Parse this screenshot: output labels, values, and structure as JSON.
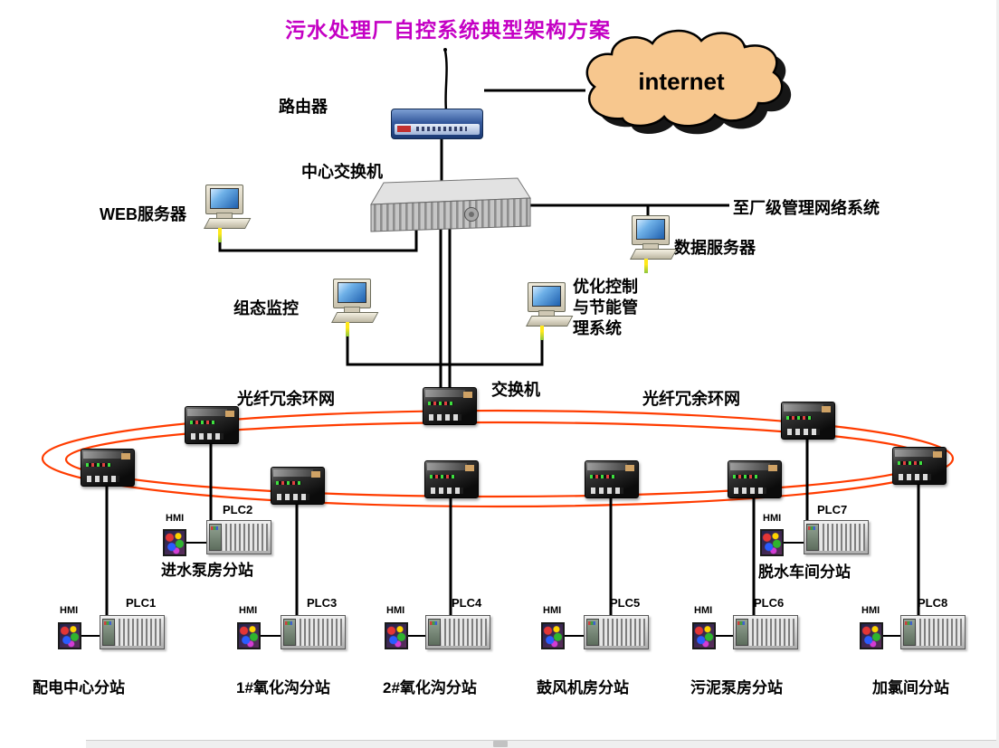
{
  "title": "污水处理厂自控系统典型架构方案",
  "cloud": {
    "label": "internet",
    "fill": "#f7c78e"
  },
  "top": {
    "router_label": "路由器",
    "central_switch_label": "中心交换机",
    "web_server_label": "WEB服务器",
    "plant_network_label": "至厂级管理网络系统",
    "data_server_label": "数据服务器",
    "scada_label": "组态监控",
    "optimize_line1": "优化控制",
    "optimize_line2": "与节能管",
    "optimize_line3": "理系统"
  },
  "ring": {
    "switch_label": "交换机",
    "fiber_left_label": "光纤冗余环网",
    "fiber_right_label": "光纤冗余环网",
    "line_color": "#ff3c00"
  },
  "colors": {
    "title": "#c400c4",
    "wire": "#000000",
    "ring": "#ff3c00",
    "cloud": "#f7c78e",
    "cable_yellow": "#ffe81a",
    "cable_green": "#8cc63f"
  },
  "stations": {
    "mid": [
      {
        "hmi_label": "HMI",
        "plc_label": "PLC2",
        "name": "进水泵房分站"
      },
      {
        "hmi_label": "HMI",
        "plc_label": "PLC7",
        "name": "脱水车间分站"
      }
    ],
    "bottom": [
      {
        "hmi_label": "HMI",
        "plc_label": "PLC1",
        "name": "配电中心分站"
      },
      {
        "hmi_label": "HMI",
        "plc_label": "PLC3",
        "name": "1#氧化沟分站"
      },
      {
        "hmi_label": "HMI",
        "plc_label": "PLC4",
        "name": "2#氧化沟分站"
      },
      {
        "hmi_label": "HMI",
        "plc_label": "PLC5",
        "name": "鼓风机房分站"
      },
      {
        "hmi_label": "HMI",
        "plc_label": "PLC6",
        "name": "污泥泵房分站"
      },
      {
        "hmi_label": "HMI",
        "plc_label": "PLC8",
        "name": "加氯间分站"
      }
    ]
  }
}
